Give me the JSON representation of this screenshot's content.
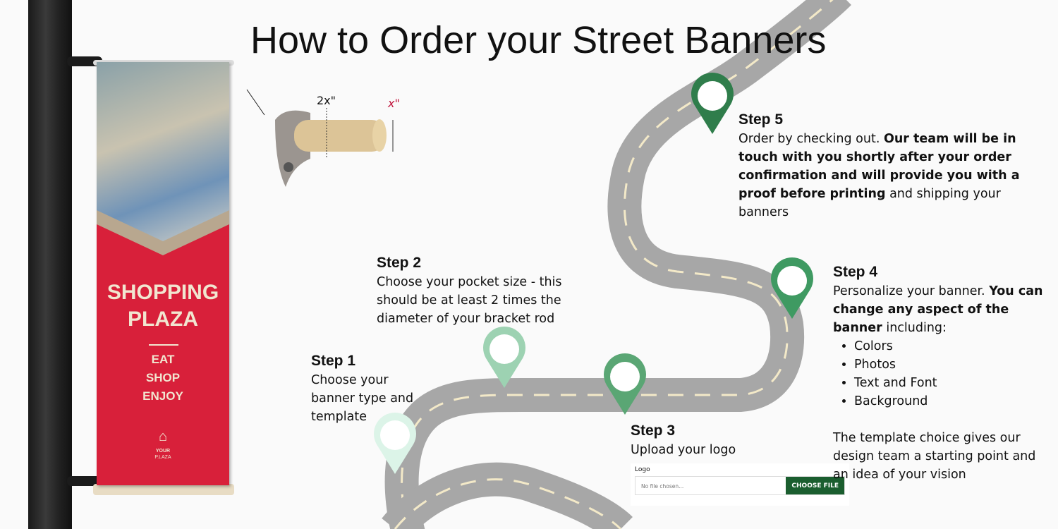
{
  "title": "How to Order your Street Banners",
  "banner": {
    "line1": "SHOPPING",
    "line2": "PLAZA",
    "items": [
      "EAT",
      "SHOP",
      "ENJOY"
    ],
    "logo_text": [
      "YOUR",
      "P.LAZA"
    ]
  },
  "diagram": {
    "pocket_label": "2x\"",
    "rod_label": "x\""
  },
  "steps": {
    "s1": {
      "title": "Step 1",
      "text": "Choose your banner type and template"
    },
    "s2": {
      "title": "Step 2",
      "text": "Choose your pocket size - this should be at least 2 times the diameter of your bracket rod"
    },
    "s3": {
      "title": "Step 3",
      "text": "Upload your logo",
      "upload": {
        "label": "Logo",
        "placeholder": "No file chosen...",
        "button": "CHOOSE FILE"
      }
    },
    "s4": {
      "title": "Step 4",
      "text_a": "Personalize your banner. ",
      "text_b": "You can change any aspect of the banner",
      "text_c": " including:",
      "bullets": [
        "Colors",
        "Photos",
        "Text and Font",
        "Background"
      ],
      "footer": "The template choice gives our design team a starting point and an idea of your vision"
    },
    "s5": {
      "title": "Step 5",
      "text_a": "Order by checking out. ",
      "text_b": "Our team will be in touch with you shortly after your order confirmation and will provide you with a proof before printing",
      "text_c": " and shipping your banners"
    }
  },
  "colors": {
    "road": "#a7a7a7",
    "pin1": "#dcf4e8",
    "pin2": "#9dd2b2",
    "pin3": "#5aa674",
    "pin4": "#3f9a62",
    "pin5": "#2f7d4b",
    "button": "#1b5e2f",
    "banner": "#d8203a"
  }
}
